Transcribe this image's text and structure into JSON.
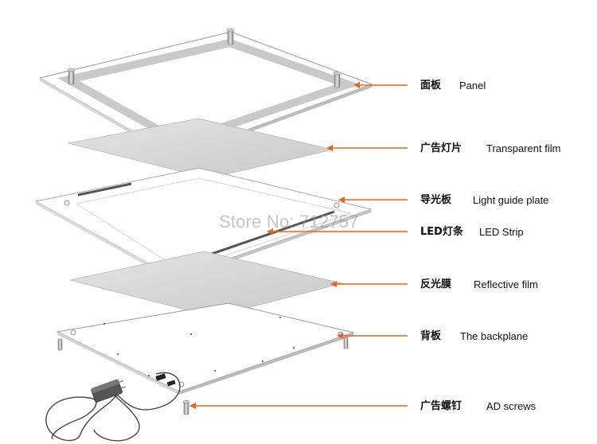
{
  "colors": {
    "arrow": "#e8661c",
    "panel_border": "#c9c9c9",
    "film": "#cfcfcf",
    "strip": "#555555"
  },
  "layers": [
    {
      "zh": "面板",
      "en": "Panel"
    },
    {
      "zh": "广告灯片",
      "en": "Transparent film"
    },
    {
      "zh": "导光板",
      "en": "Light guide plate"
    },
    {
      "zh": "LED灯条",
      "en": "LED Strip"
    },
    {
      "zh": "反光膜",
      "en": "Reflective film"
    },
    {
      "zh": "背板",
      "en": "The backplane"
    },
    {
      "zh": "广告螺钉",
      "en": "AD screws"
    }
  ],
  "watermark": "Store No: 712757"
}
